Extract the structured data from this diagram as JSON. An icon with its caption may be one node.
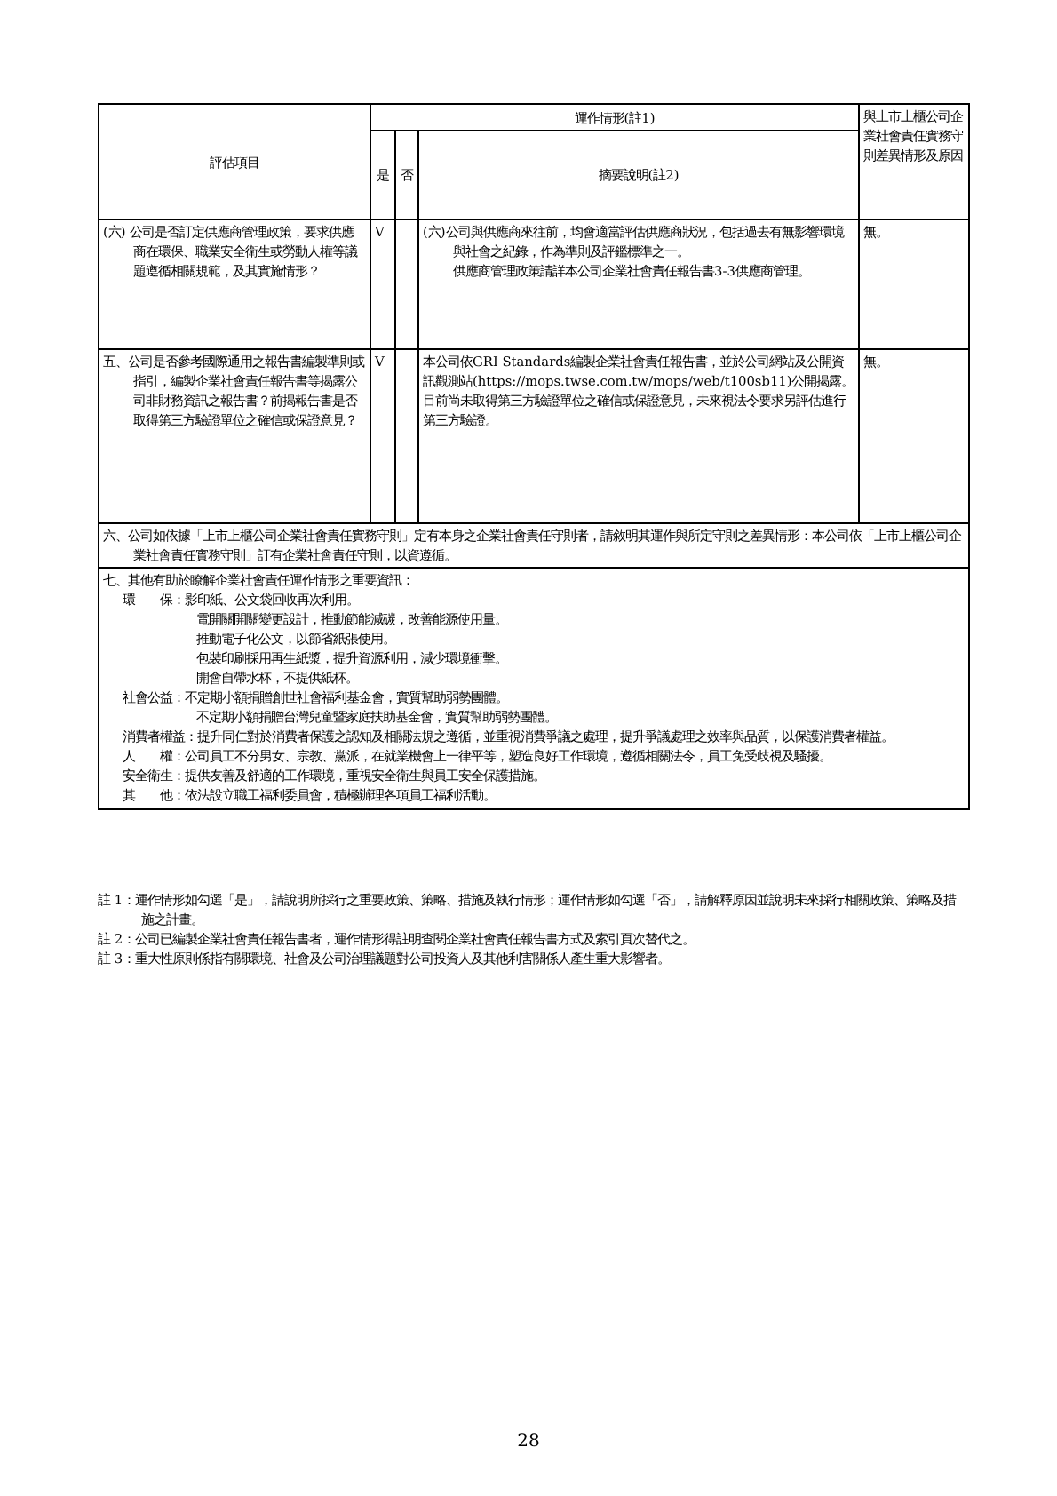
{
  "diagram": {
    "labels": [
      "評估項目",
      "運作情形(註1)",
      "與上市上櫃公司企業社會責任實務守則差異情形及原因",
      "是",
      "否",
      "摘要說明(註2)",
      "(六) 公司是否訂定供應商管理政策，要求供應商在環保、職業安全衛生或勞動人權等議題遵循相關規範，及其實施情形？",
      "V",
      "(六)公司與供應商來往前，均會適當評估供應商狀況，包括過去有無影響環境與社會之紀錄，作為準則及評鑑標準之一。",
      "供應商管理政策請詳本公司企業社會責任報告書3-3供應商管理。",
      "無。",
      "五、公司是否參考國際通用之報告書編製準則或指引，編製企業社會責任報告書等揭露公司非財務資訊之報告書？前揭報告書是否取得第三方驗證單位之確信或保證意見？",
      "V",
      "本公司依GRI Standards編製企業社會責任報告書，並於公司網站及公開資訊觀測站(https://mops.twse.com.tw/mops/web/t100sb11)公開揭露。",
      "目前尚未取得第三方驗證單位之確信或保證意見，未來視法令要求另評估進行第三方驗證。",
      "無。",
      "六、公司如依據「上市上櫃公司企業社會責任實務守則」定有本身之企業社會責任守則者，請敘明其運作與所定守則之差異情形：本公司依「上市上櫃公司企業社會責任實務守則」訂有企業社會責任守則，以資遵循。",
      "七、其他有助於瞭解企業社會責任運作情形之重要資訊：",
      "環　　保：影印紙、公文袋回收再次利用。",
      "電開關開關變更設計，推動節能減碳，改善能源使用量。",
      "推動電子化公文，以節省紙張使用。",
      "包裝印刷採用再生紙漿，提升資源利用，減少環境衝擊。",
      "開會自帶水杯，不提供紙杯。",
      "社會公益：不定期小額捐贈創世社會福利基金會，實質幫助弱勢團體。",
      "不定期小額捐贈台灣兒童暨家庭扶助基金會，實質幫助弱勢團體。",
      "消費者權益：提升同仁對於消費者保護之認知及相關法規之遵循，並重視消費爭議之處理，提升爭議處理之效率與品質，以保護消費者權益。",
      "人　　權：公司員工不分男女、宗教、黨派，在就業機會上一律平等，塑造良好工作環境，遵循相關法令，員工免受歧視及騷擾。",
      "安全衛生：提供友善及舒適的工作環境，重視安全衛生與員工安全保護措施。",
      "其　　他：依法設立職工福利委員會，積極辦理各項員工福利活動。",
      "註 1：運作情形如勾選「是」，請說明所採行之重要政策、策略、措施及執行情形；運作情形如勾選「否」，請解釋原因並說明未來採行相關政策、策略及措施之計畫。",
      "註 2：公司已編製企業社會責任報告書者，運作情形得註明查閱企業社會責任報告書方式及索引頁次替代之。",
      "註 3：重大性原則係指有關環境、社會及公司治理議題對公司投資人及其他利害關係人產生重大影響者。",
      "28"
    ]
  }
}
